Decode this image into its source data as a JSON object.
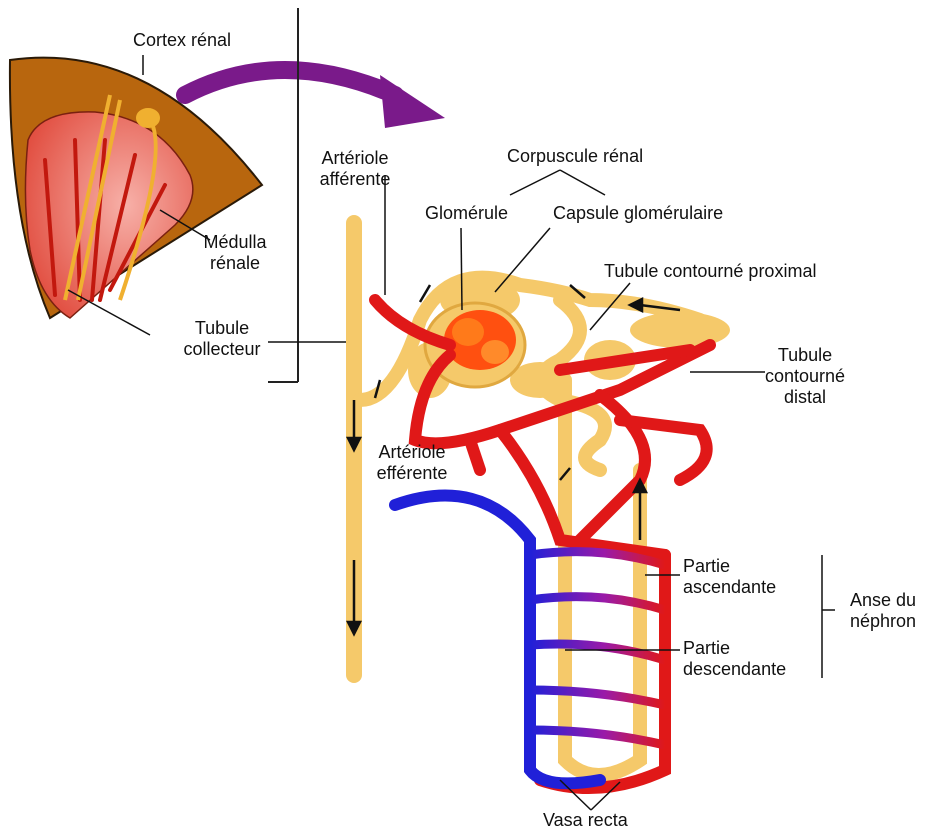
{
  "labels": {
    "cortex": "Cortex rénal",
    "medulla_line1": "Médulla",
    "medulla_line2": "rénale",
    "tubule_collecteur_line1": "Tubule",
    "tubule_collecteur_line2": "collecteur",
    "arteriole_afferente_line1": "Artériole",
    "arteriole_afferente_line2": "afférente",
    "corpuscule": "Corpuscule rénal",
    "glomerule": "Glomérule",
    "capsule": "Capsule glomérulaire",
    "tcp": "Tubule contourné proximal",
    "tcd_line1": "Tubule",
    "tcd_line2": "contourné",
    "tcd_line3": "distal",
    "arteriole_efferente_line1": "Artériole",
    "arteriole_efferente_line2": "efférente",
    "partie_asc_line1": "Partie",
    "partie_asc_line2": "ascendante",
    "partie_desc_line1": "Partie",
    "partie_desc_line2": "descendante",
    "anse_line1": "Anse du",
    "anse_line2": "néphron",
    "vasa_recta": "Vasa recta"
  },
  "colors": {
    "cortex": "#b8660e",
    "medulla": "#e85a4a",
    "tubule": "#f5c96a",
    "artery": "#e01818",
    "vein": "#2222cc",
    "capillary_mix": "#8a1ab0",
    "arrow": "#7a1a8a"
  }
}
